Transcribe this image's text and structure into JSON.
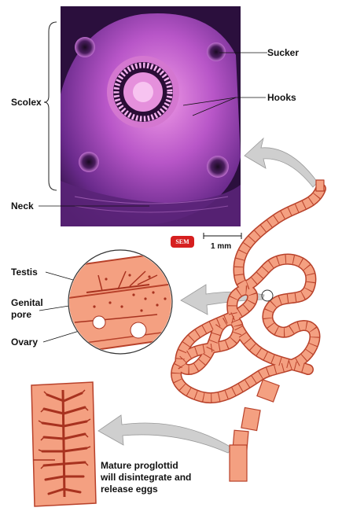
{
  "labels": {
    "sucker": "Sucker",
    "hooks": "Hooks",
    "scolex": "Scolex",
    "neck": "Neck",
    "sem": "SEM",
    "scale": "1 mm",
    "testis": "Testis",
    "genital_1": "Genital",
    "genital_2": "pore",
    "ovary": "Ovary",
    "caption_1": "Mature proglottid",
    "caption_2": "will disintegrate and",
    "caption_3": "release eggs"
  },
  "colors": {
    "segment_fill": "#f4a081",
    "segment_stroke": "#b8412a",
    "organ": "#a8321f",
    "micrograph_base": "#6a2a8c",
    "micrograph_highlight": "#e27cd6",
    "arrow": "#c8c8c8",
    "sem_badge": "#d61f1f"
  }
}
